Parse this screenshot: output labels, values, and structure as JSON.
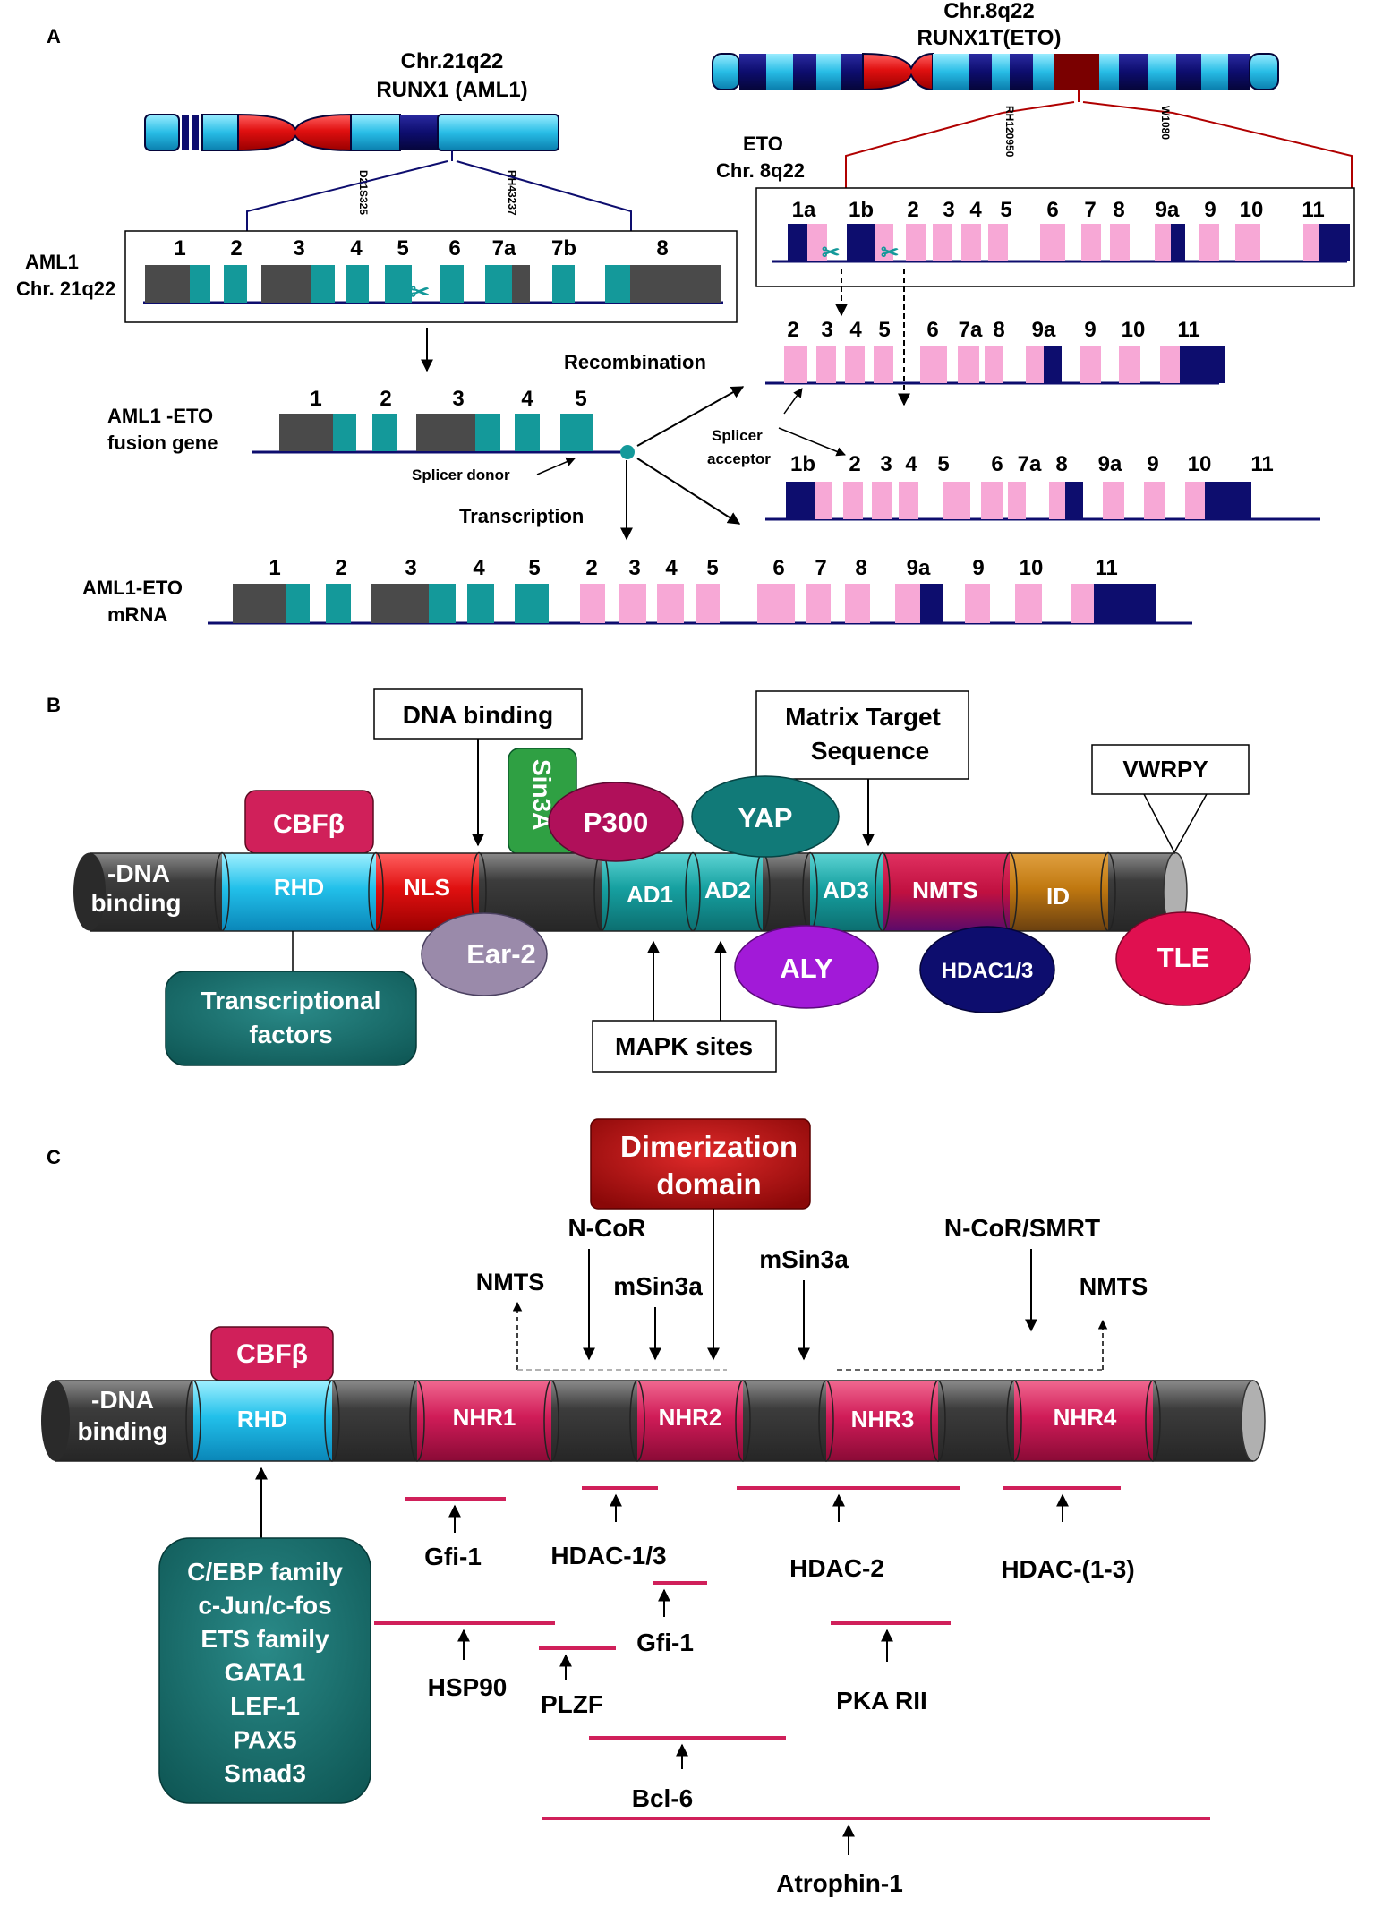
{
  "panels": {
    "a": "A",
    "b": "B",
    "c": "C"
  },
  "panel_a": {
    "chr21_title_1": "Chr.21q22",
    "chr21_title_2": "RUNX1 (AML1)",
    "chr21_marker_1": "D21S325",
    "chr21_marker_2": "RH43237",
    "chr8_title_1": "Chr.8q22",
    "chr8_title_2": "RUNX1T(ETO)",
    "chr8_marker_1": "RH120950",
    "chr8_marker_2": "W1080",
    "aml1_label_1": "AML1",
    "aml1_label_2": "Chr. 21q22",
    "eto_label_1": "ETO",
    "eto_label_2": "Chr. 8q22",
    "aml1_exons": [
      "1",
      "2",
      "3",
      "4",
      "5",
      "6",
      "7a",
      "7b",
      "8"
    ],
    "eto_exons": [
      "1a",
      "1b",
      "2",
      "3",
      "4",
      "5",
      "6",
      "7",
      "8",
      "9a",
      "9",
      "10",
      "11"
    ],
    "eto_rec1_exons": [
      "2",
      "3",
      "4",
      "5",
      "6",
      "7a",
      "8",
      "9a",
      "9",
      "10",
      "11"
    ],
    "eto_rec2_exons": [
      "1b",
      "2",
      "3",
      "4",
      "5",
      "6",
      "7a",
      "8",
      "9a",
      "9",
      "10",
      "11"
    ],
    "fusion_label_1": "AML1 -ETO",
    "fusion_label_2": "fusion gene",
    "fusion_exons": [
      "1",
      "2",
      "3",
      "4",
      "5"
    ],
    "recombination": "Recombination",
    "splicer_donor": "Splicer donor",
    "splicer_acceptor_1": "Splicer",
    "splicer_acceptor_2": "acceptor",
    "transcription": "Transcription",
    "mrna_label_1": "AML1-ETO",
    "mrna_label_2": "mRNA",
    "mrna_exons": [
      "1",
      "2",
      "3",
      "4",
      "5",
      "2",
      "3",
      "4",
      "5",
      "6",
      "7",
      "8",
      "9a",
      "9",
      "10",
      "11"
    ]
  },
  "panel_b": {
    "dna_binding_box": "DNA binding",
    "matrix_1": "Matrix Target",
    "matrix_2": "Sequence",
    "vwrpy": "VWRPY",
    "cbfb": "CBFβ",
    "sin3a": "Sin3A",
    "p300": "P300",
    "yap": "YAP",
    "dna_binding_end_1": "-DNA",
    "dna_binding_end_2": "binding",
    "rhd": "RHD",
    "nls": "NLS",
    "ad1": "AD1",
    "ad2": "AD2",
    "ad3": "AD3",
    "nmts": "NMTS",
    "id": "ID",
    "ear2": "Ear-2",
    "aly": "ALY",
    "hdac": "HDAC1/3",
    "tle": "TLE",
    "tf_1": "Transcriptional",
    "tf_2": "factors",
    "mapk": "MAPK sites"
  },
  "panel_c": {
    "dimer_1": "Dimerization",
    "dimer_2": "domain",
    "ncor": "N-CoR",
    "nmts_left": "NMTS",
    "msin3a_1": "mSin3a",
    "msin3a_2": "mSin3a",
    "ncor_smrt": "N-CoR/SMRT",
    "nmts_right": "NMTS",
    "cbfb": "CBFβ",
    "dna_binding_end_1": "-DNA",
    "dna_binding_end_2": "binding",
    "rhd": "RHD",
    "nhr1": "NHR1",
    "nhr2": "NHR2",
    "nhr3": "NHR3",
    "nhr4": "NHR4",
    "partners": [
      "C/EBP family",
      "c-Jun/c-fos",
      "ETS family",
      "GATA1",
      "LEF-1",
      "PAX5",
      "Smad3"
    ],
    "gfi1_a": "Gfi-1",
    "hdac13": "HDAC-1/3",
    "hdac2": "HDAC-2",
    "hdac_1_3": "HDAC-(1-3)",
    "gfi1_b": "Gfi-1",
    "hsp90": "HSP90",
    "plzf": "PLZF",
    "pka": "PKA RII",
    "bcl6": "Bcl-6",
    "atrophin": "Atrophin-1"
  },
  "colors": {
    "navy": "#0d0d6e",
    "cyan": "#39c4e8",
    "teal": "#14999a",
    "pink": "#f7a8d6",
    "crimson": "#d0205a",
    "dark_grey": "#4a4a4a",
    "red": "#d01515"
  }
}
